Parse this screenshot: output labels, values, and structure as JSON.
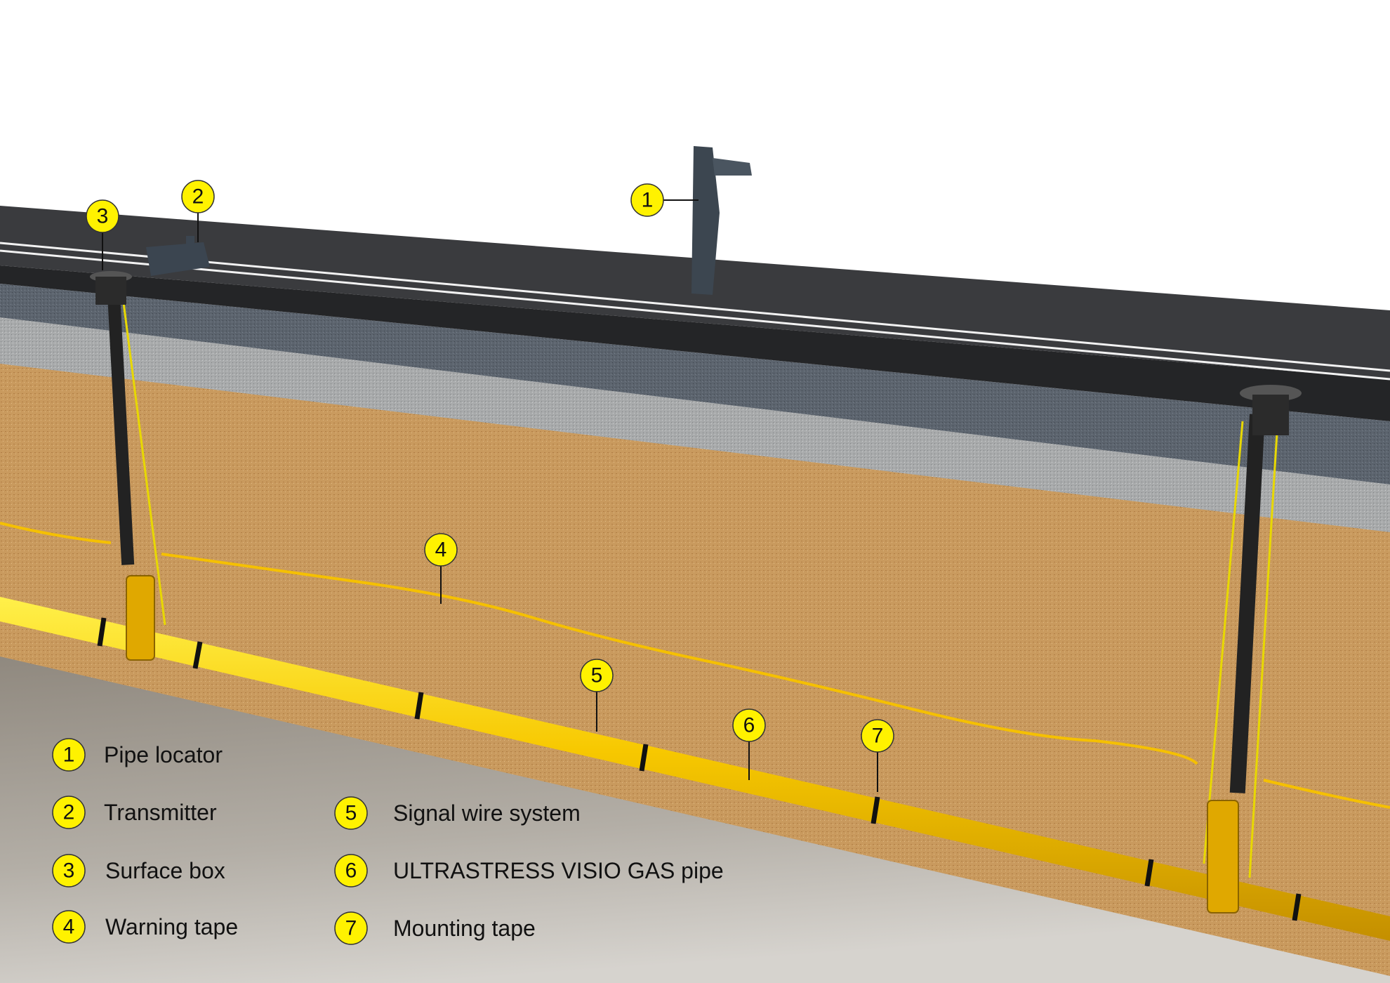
{
  "callouts": [
    {
      "number": "1",
      "label": "Pipe locator"
    },
    {
      "number": "2",
      "label": "Transmitter"
    },
    {
      "number": "3",
      "label": "Surface box"
    },
    {
      "number": "4",
      "label": "Warning tape"
    },
    {
      "number": "5",
      "label": "Signal wire system"
    },
    {
      "number": "6",
      "label": "ULTRASTRESS VISIO GAS pipe"
    },
    {
      "number": "7",
      "label": "Mounting tape"
    }
  ],
  "colors": {
    "callout_fill": "#FFF200",
    "pipe": "#F5C400",
    "sand": "#C9995E",
    "asphalt": "#3A3B3E",
    "gravel_dark": "#5E6670",
    "gravel_light": "#A7A9AA",
    "ground": "#A8A29A"
  }
}
